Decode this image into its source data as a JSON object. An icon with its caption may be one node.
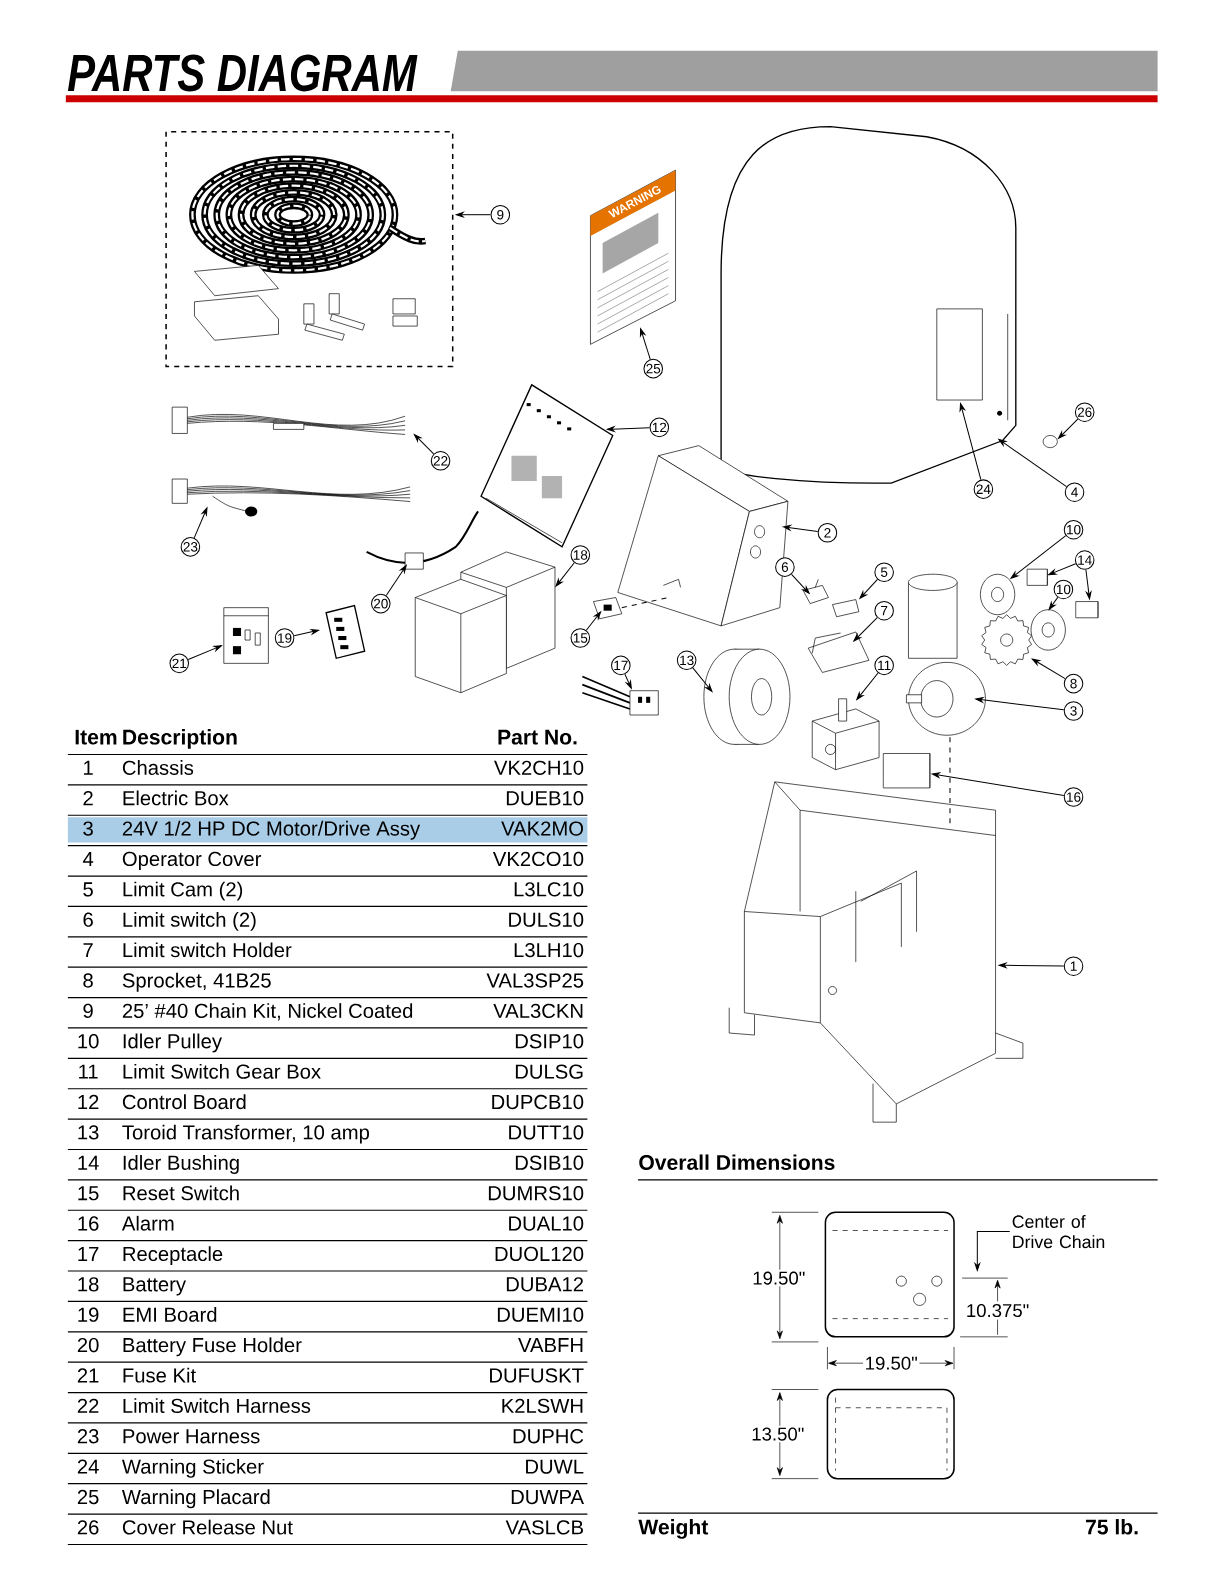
{
  "diagram": {
    "title": "PARTS DIAGRAM",
    "nodes": [
      {
        "text": [
          "9"
        ]
      },
      {
        "text": [
          "25"
        ]
      },
      {
        "text": [
          "26"
        ]
      },
      {
        "text": [
          "12"
        ]
      },
      {
        "text": [
          "22"
        ]
      },
      {
        "text": [
          "24"
        ]
      },
      {
        "text": [
          "4"
        ]
      },
      {
        "text": [
          "10"
        ]
      },
      {
        "text": [
          "2"
        ]
      },
      {
        "text": [
          "23"
        ]
      },
      {
        "text": [
          "18"
        ]
      },
      {
        "text": [
          "14"
        ]
      },
      {
        "text": [
          "6"
        ]
      },
      {
        "text": [
          "5"
        ]
      },
      {
        "text": [
          "10"
        ]
      },
      {
        "text": [
          "20"
        ]
      },
      {
        "text": [
          "7"
        ]
      },
      {
        "text": [
          "15"
        ]
      },
      {
        "text": [
          "19"
        ]
      },
      {
        "text": [
          "13"
        ]
      },
      {
        "text": [
          "21"
        ]
      },
      {
        "text": [
          "11"
        ]
      },
      {
        "text": [
          "17"
        ]
      },
      {
        "text": [
          "8"
        ]
      },
      {
        "text": [
          "3"
        ]
      },
      {
        "text": [
          "16"
        ]
      },
      {
        "text": [
          "1"
        ]
      },
      {
        "text": [
          "Center of Drive Chain"
        ]
      },
      {
        "text": [],
        "shape": "picture"
      },
      {
        "text": [],
        "shape": "picture"
      },
      {
        "text": [],
        "shape": "picture"
      },
      {
        "text": [],
        "shape": "box",
        "in": 30
      },
      {
        "text": [],
        "shape": "circle"
      },
      {
        "text": [],
        "shape": "picture"
      },
      {
        "text": [],
        "shape": "picture"
      },
      {
        "text": [],
        "shape": "picture"
      },
      {
        "text": [],
        "shape": "picture"
      },
      {
        "text": [],
        "shape": "picture"
      },
      {
        "text": [],
        "shape": "picture"
      },
      {
        "text": [],
        "shape": "picture"
      },
      {
        "text": [],
        "shape": "picture"
      },
      {
        "text": [],
        "shape": "cylinder"
      },
      {
        "text": [],
        "shape": "picture"
      },
      {
        "text": [],
        "shape": "cylinder"
      },
      {
        "text": [],
        "shape": "picture"
      },
      {
        "text": [],
        "shape": "picture"
      },
      {
        "text": [],
        "shape": "picture"
      },
      {
        "text": [],
        "shape": "picture"
      },
      {
        "text": [],
        "shape": "picture"
      },
      {
        "text": [],
        "shape": "picture"
      },
      {
        "text": [],
        "shape": "picture"
      },
      {
        "text": [],
        "shape": "picture"
      },
      {
        "text": [],
        "shape": "picture"
      },
      {
        "text": [],
        "shape": "picture"
      },
      {
        "text": [],
        "shape": "cylinder"
      },
      {
        "text": [],
        "shape": "picture"
      },
      {
        "text": [],
        "shape": "picture"
      }
    ],
    "edges": [
      {
        "from": 0,
        "to": 28,
        "arrow": "to"
      },
      {
        "from": 1,
        "to": 29,
        "arrow": "to"
      },
      {
        "from": 2,
        "to": 32,
        "arrow": "to"
      },
      {
        "from": 3,
        "to": 33,
        "arrow": "to"
      },
      {
        "from": 4,
        "to": 34,
        "arrow": "to"
      },
      {
        "from": 5,
        "to": 31,
        "arrow": "to"
      },
      {
        "from": 6,
        "to": 30,
        "arrow": "to"
      },
      {
        "from": 7,
        "to": 42,
        "arrow": "to"
      },
      {
        "from": 8,
        "to": 36,
        "arrow": "to"
      },
      {
        "from": 9,
        "to": 35,
        "arrow": "to"
      },
      {
        "from": 10,
        "to": 37,
        "arrow": "to"
      },
      {
        "from": 11,
        "to": 41,
        "arrow": "to"
      },
      {
        "from": 11,
        "to": 43,
        "arrow": "to"
      },
      {
        "from": 12,
        "to": 39,
        "arrow": "to"
      },
      {
        "from": 13,
        "to": 40,
        "arrow": "to"
      },
      {
        "from": 14,
        "to": 44,
        "arrow": "to"
      },
      {
        "from": 15,
        "to": 38,
        "arrow": "to"
      },
      {
        "from": 16,
        "to": 45,
        "arrow": "to"
      },
      {
        "from": 17,
        "to": 46,
        "arrow": "to"
      },
      {
        "from": 18,
        "to": 47,
        "arrow": "to"
      },
      {
        "from": 19,
        "to": 49,
        "arrow": "to"
      },
      {
        "from": 20,
        "to": 48,
        "arrow": "to"
      },
      {
        "from": 21,
        "to": 53,
        "arrow": "to"
      },
      {
        "from": 22,
        "to": 50,
        "arrow": "to"
      },
      {
        "from": 23,
        "to": 51,
        "arrow": "to"
      },
      {
        "from": 24,
        "to": 52,
        "arrow": "to"
      },
      {
        "from": 25,
        "to": 54,
        "arrow": "to"
      },
      {
        "from": 26,
        "to": 55,
        "arrow": "to"
      },
      {
        "from": 27,
        "to": 56,
        "arrow": "to"
      },
      {
        "from": 46,
        "to": 36,
        "arrow": "none",
        "style": "dashed"
      },
      {
        "from": 52,
        "to": 55,
        "arrow": "none",
        "style": "dashed"
      }
    ],
    "labels": [
      "WARNING",
      "Item",
      "Description",
      "Part No.",
      "1",
      "Chassis",
      "VK2CH10",
      "2",
      "Electric Box",
      "DUEB10",
      "3",
      "24V 1/2 HP DC Motor/Drive Assy",
      "VAK2MO",
      "4",
      "Operator Cover",
      "VK2CO10",
      "5",
      "Limit Cam (2)",
      "L3LC10",
      "6",
      "Limit switch (2)",
      "DULS10",
      "7",
      "Limit switch Holder",
      "L3LH10",
      "8",
      "Sprocket, 41B25",
      "VAL3SP25",
      "9",
      "25’ #40 Chain Kit, Nickel Coated",
      "VAL3CKN",
      "10",
      "Idler Pulley",
      "DSIP10",
      "11",
      "Limit Switch Gear Box",
      "DULSG",
      "12",
      "Control Board",
      "DUPCB10",
      "13",
      "Toroid Transformer, 10 amp",
      "DUTT10",
      "14",
      "Idler Bushing",
      "DSIB10",
      "15",
      "Reset Switch",
      "DUMRS10",
      "16",
      "Alarm",
      "DUAL10",
      "17",
      "Receptacle",
      "DUOL120",
      "18",
      "Battery",
      "DUBA12",
      "19",
      "EMI Board",
      "DUEMI10",
      "20",
      "Battery Fuse Holder",
      "VABFH",
      "21",
      "Fuse Kit",
      "DUFUSKT",
      "22",
      "Limit Switch Harness",
      "K2LSWH",
      "23",
      "Power Harness",
      "DUPHC",
      "24",
      "Warning Sticker",
      "DUWL",
      "25",
      "Warning Placard",
      "DUWPA",
      "26",
      "Cover Release Nut",
      "VASLCB",
      "Overall Dimensions",
      "19.50\"",
      "10.375\"",
      "19.50\"",
      "13.50\"",
      "Weight",
      "75 lb."
    ]
  }
}
